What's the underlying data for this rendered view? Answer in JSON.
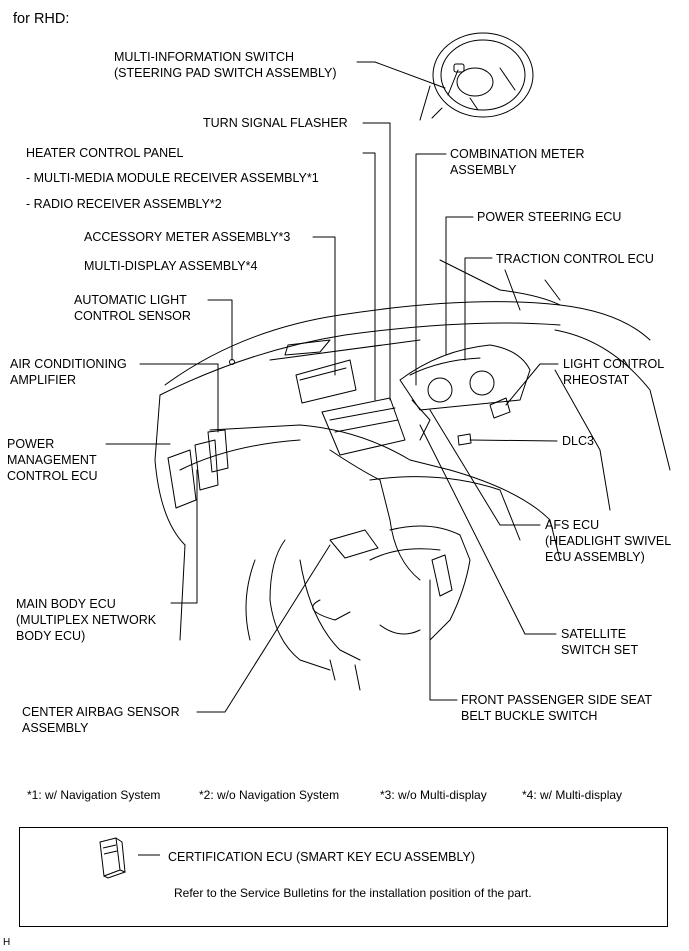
{
  "header": {
    "title": "for RHD:"
  },
  "labels": {
    "multi_info_switch": [
      "MULTI-INFORMATION SWITCH",
      "(STEERING PAD SWITCH ASSEMBLY)"
    ],
    "turn_signal_flasher": "TURN SIGNAL FLASHER",
    "heater_control_panel": "HEATER CONTROL PANEL",
    "multi_media_module": "- MULTI-MEDIA MODULE RECEIVER ASSEMBLY*1",
    "radio_receiver": "- RADIO RECEIVER ASSEMBLY*2",
    "accessory_meter": "ACCESSORY METER ASSEMBLY*3",
    "multi_display": "MULTI-DISPLAY ASSEMBLY*4",
    "auto_light_sensor": [
      "AUTOMATIC LIGHT",
      "CONTROL SENSOR"
    ],
    "ac_amplifier": [
      "AIR CONDITIONING",
      "AMPLIFIER"
    ],
    "power_mgmt_ecu": [
      "POWER",
      "MANAGEMENT",
      "CONTROL ECU"
    ],
    "main_body_ecu": [
      "MAIN BODY ECU",
      "(MULTIPLEX NETWORK",
      "BODY ECU)"
    ],
    "center_airbag": [
      "CENTER AIRBAG SENSOR",
      "ASSEMBLY"
    ],
    "combination_meter": [
      "COMBINATION METER",
      "ASSEMBLY"
    ],
    "power_steering_ecu": "POWER STEERING ECU",
    "traction_control_ecu": "TRACTION CONTROL ECU",
    "light_control_rheostat": [
      "LIGHT CONTROL",
      "RHEOSTAT"
    ],
    "dlc3": "DLC3",
    "afs_ecu": [
      "AFS ECU",
      "(HEADLIGHT SWIVEL",
      "ECU ASSEMBLY)"
    ],
    "satellite_switch": [
      "SATELLITE",
      "SWITCH SET"
    ],
    "seat_belt_switch": [
      "FRONT PASSENGER SIDE SEAT",
      "BELT BUCKLE SWITCH"
    ]
  },
  "footnotes": [
    "*1: w/ Navigation System",
    "*2: w/o Navigation System",
    "*3: w/o Multi-display",
    "*4: w/ Multi-display"
  ],
  "certification_box": {
    "label": "CERTIFICATION ECU (SMART KEY ECU ASSEMBLY)",
    "note": "Refer to the Service Bulletins for the installation position of the part."
  },
  "corner_mark": "H"
}
